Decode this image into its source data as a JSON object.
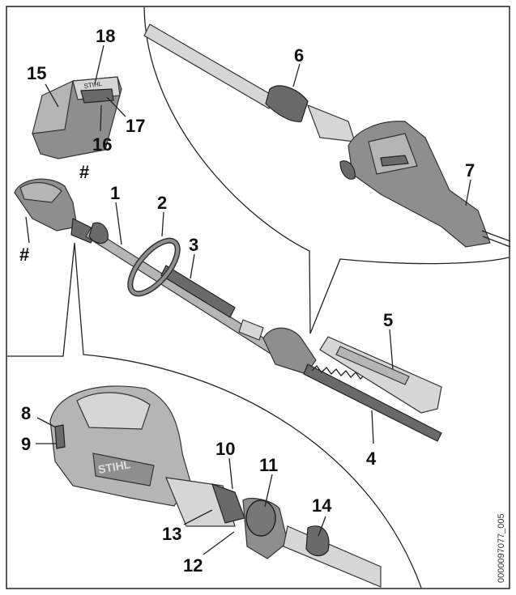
{
  "figure": {
    "callouts": [
      {
        "id": "c1",
        "text": "1"
      },
      {
        "id": "c2",
        "text": "2"
      },
      {
        "id": "c3",
        "text": "3"
      },
      {
        "id": "c4",
        "text": "4"
      },
      {
        "id": "c5",
        "text": "5"
      },
      {
        "id": "c6",
        "text": "6"
      },
      {
        "id": "c7",
        "text": "7"
      },
      {
        "id": "c8",
        "text": "8"
      },
      {
        "id": "c9",
        "text": "9"
      },
      {
        "id": "c10",
        "text": "10"
      },
      {
        "id": "c11",
        "text": "11"
      },
      {
        "id": "c12",
        "text": "12"
      },
      {
        "id": "c13",
        "text": "13"
      },
      {
        "id": "c14",
        "text": "14"
      },
      {
        "id": "c15",
        "text": "15"
      },
      {
        "id": "c16",
        "text": "16"
      },
      {
        "id": "c17",
        "text": "17"
      },
      {
        "id": "c18",
        "text": "18"
      },
      {
        "id": "hash_battery",
        "text": "#"
      },
      {
        "id": "hash_handle",
        "text": "#"
      }
    ],
    "doc_code": "0000097077_005",
    "brand": "STIHL"
  }
}
